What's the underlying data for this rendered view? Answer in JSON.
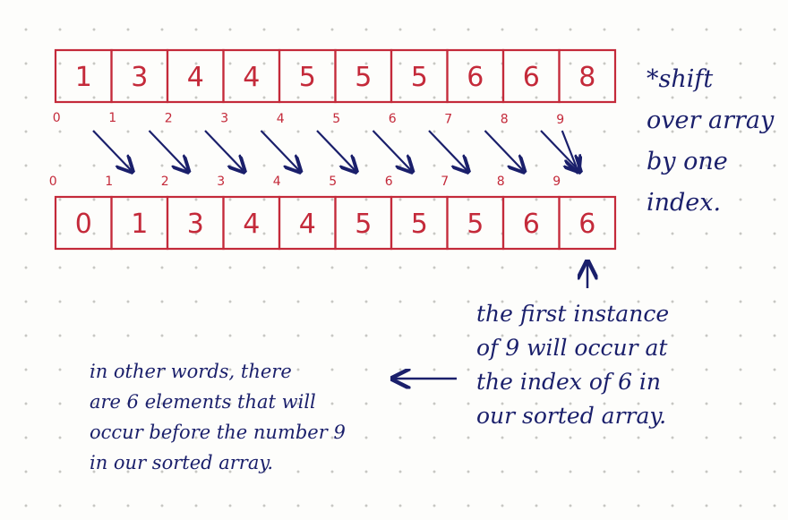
{
  "diagram": {
    "original_array": {
      "values": [
        "1",
        "3",
        "4",
        "4",
        "5",
        "5",
        "5",
        "6",
        "6",
        "8"
      ],
      "indices": [
        "0",
        "1",
        "2",
        "3",
        "4",
        "5",
        "6",
        "7",
        "8",
        "9"
      ]
    },
    "shifted_array": {
      "values": [
        "0",
        "1",
        "3",
        "4",
        "4",
        "5",
        "5",
        "5",
        "6",
        "6"
      ],
      "indices": [
        "0",
        "1",
        "2",
        "3",
        "4",
        "5",
        "6",
        "7",
        "8",
        "9"
      ]
    },
    "notes": {
      "shift": [
        "*shift",
        "over array",
        "by one",
        "index."
      ],
      "first_instance": [
        "the first instance",
        "of 9 will occur at",
        "the index of 6 in",
        "our sorted array."
      ],
      "other_words": [
        "in other words, there",
        "are 6 elements that will",
        "occur before the number 9",
        "in our sorted array."
      ]
    },
    "colors": {
      "array_ink": "#c42a3a",
      "arrow_ink": "#1a1f6b",
      "note_ink": "#1a1f6b",
      "grid_dot": "#c7c7c3"
    }
  }
}
